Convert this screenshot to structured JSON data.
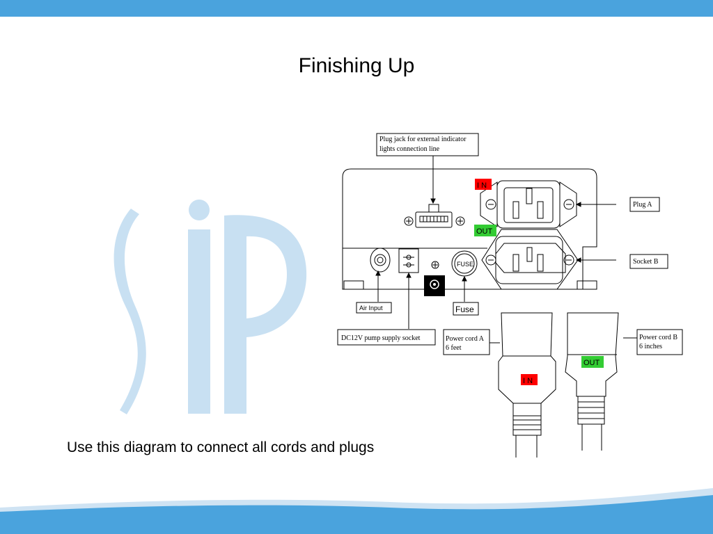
{
  "slide": {
    "title": "Finishing Up",
    "caption": "Use this diagram to connect all cords and plugs"
  },
  "logo": {
    "text": "SiP",
    "color": "#c8e0f2"
  },
  "colors": {
    "accent": "#4aa3dd",
    "in_tag": "#ff0000",
    "out_tag": "#33cc33"
  },
  "diagram": {
    "callouts": {
      "plug_jack_line1": "Plug jack for external indicator",
      "plug_jack_line2": "lights connection line",
      "plug_a": "Plug  A",
      "socket_b": "Socket  B",
      "air_input": "Air Input",
      "dc12v": "DC12V pump supply socket",
      "fuse": "Fuse",
      "power_cord_a_line1": "Power cord A",
      "power_cord_a_line2": "6 feet",
      "power_cord_b_line1": "Power cord B",
      "power_cord_b_line2": " 6 inches"
    },
    "tags": {
      "in_panel": "I N",
      "out_panel": "OUT",
      "in_cord": "I N",
      "out_cord": "OUT",
      "fuse_label": "FUSE"
    }
  }
}
